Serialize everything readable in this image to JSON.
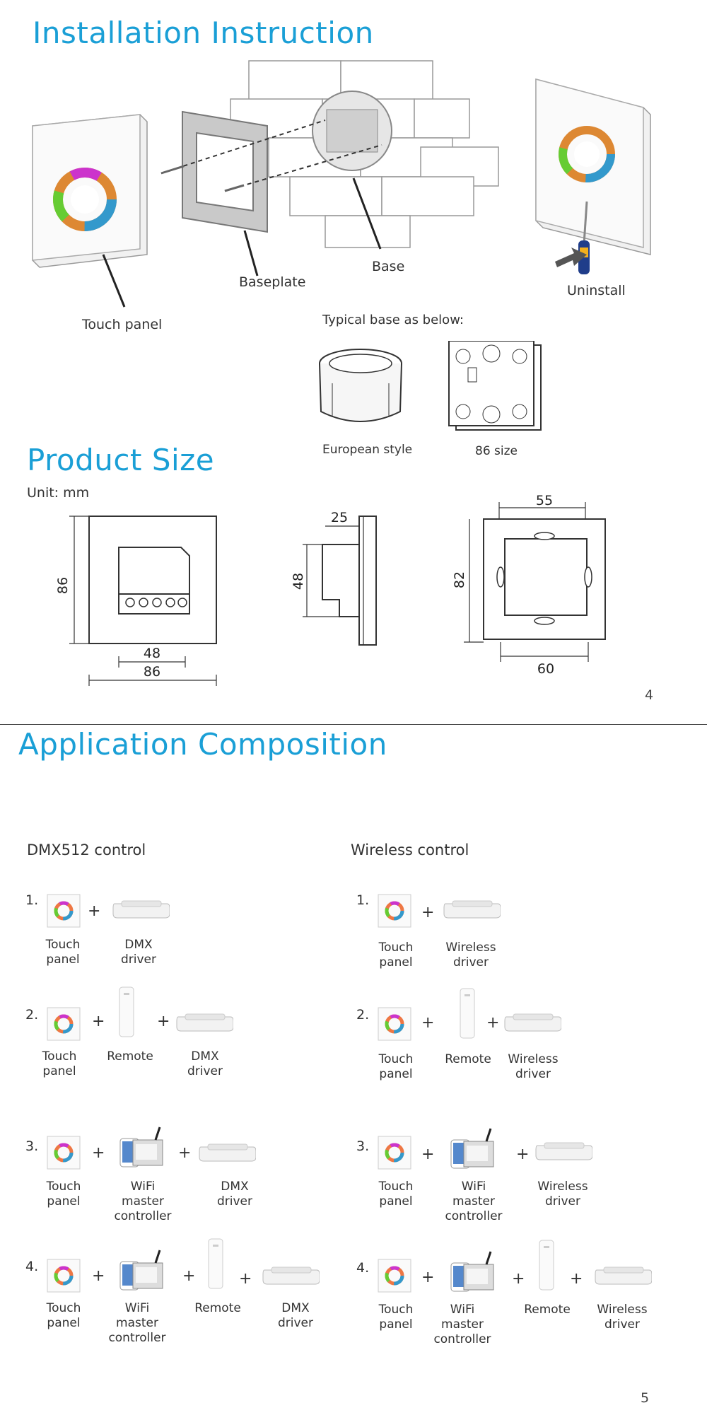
{
  "page4": {
    "title": "Installation Instruction",
    "labels": {
      "touch_panel": "Touch panel",
      "baseplate": "Baseplate",
      "base": "Base",
      "uninstall": "Uninstall"
    },
    "typical_base": "Typical base as below:",
    "european_style": "European style",
    "size86": "86 size",
    "product_size_title": "Product Size",
    "unit": "Unit: mm",
    "dims": {
      "front_h": "86",
      "front_w": "86",
      "front_inner": "48",
      "side_depth": "25",
      "side_h": "48",
      "back_w": "55",
      "back_h": "82",
      "back_bottom": "60"
    },
    "page_number": "4"
  },
  "page5": {
    "title": "Application Composition",
    "left_header": "DMX512 control",
    "right_header": "Wireless control",
    "nums": [
      "1.",
      "2.",
      "3.",
      "4."
    ],
    "captions": {
      "touch_panel": "Touch\npanel",
      "remote": "Remote",
      "dmx_driver": "DMX\ndriver",
      "wireless_driver": "Wireless\ndriver",
      "wifi_master": "WiFi\nmaster\ncontroller"
    },
    "plus": "+",
    "page_number": "5"
  },
  "colors": {
    "title": "#1a9fd6",
    "text": "#333333",
    "line": "#444444"
  }
}
